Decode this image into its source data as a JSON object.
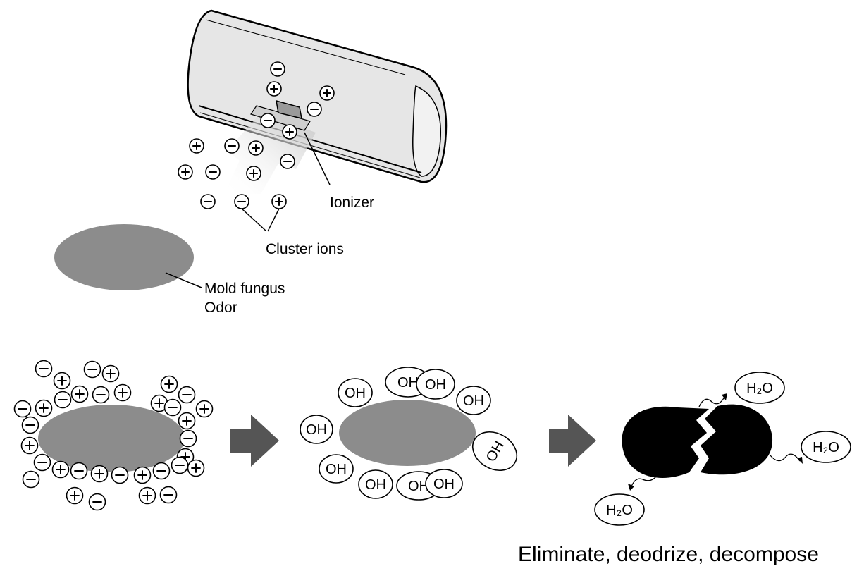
{
  "labels": {
    "ionizer": "Ionizer",
    "cluster_ions": "Cluster ions",
    "mold_fungus": "Mold fungus",
    "odor": "Odor",
    "caption": "Eliminate, deodrize, decompose"
  },
  "molecules": {
    "oh": "OH",
    "h2o": "H₂O"
  },
  "colors": {
    "mold": "#8c8c8c",
    "decomposed": "#000000",
    "arrow": "#555555",
    "unit_body": "#e3e3e3",
    "airflow": "#d2d2d2"
  }
}
